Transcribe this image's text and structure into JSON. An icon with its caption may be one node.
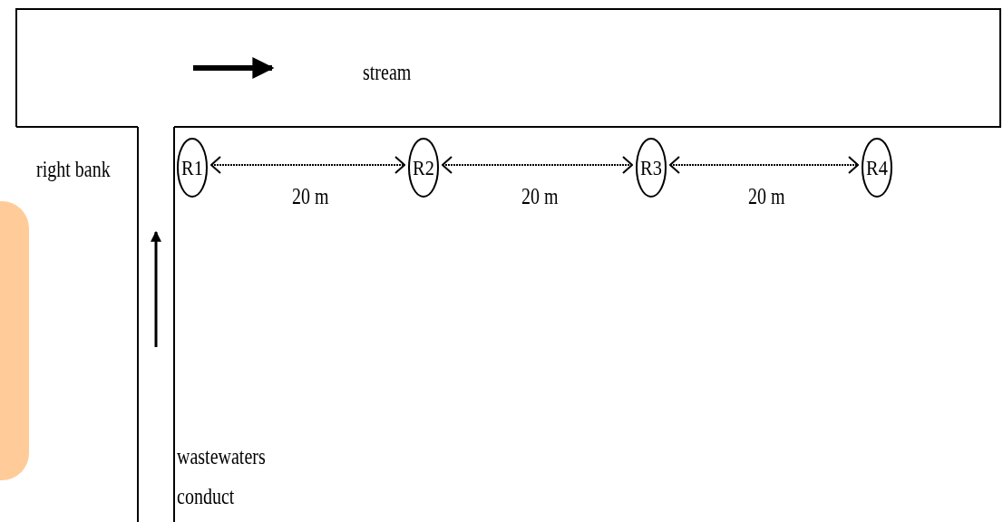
{
  "diagram": {
    "nodes": [
      {
        "text": [
          "stream"
        ]
      },
      {
        "text": [
          "R1"
        ]
      },
      {
        "text": [
          "R2"
        ]
      },
      {
        "text": [
          "R3"
        ]
      },
      {
        "text": [
          "R4"
        ]
      }
    ],
    "edges": [
      {
        "from": 1,
        "to": 2,
        "arrow": "both",
        "label": "20 m",
        "style": "dashed"
      },
      {
        "from": 2,
        "to": 3,
        "arrow": "both",
        "label": "20 m",
        "style": "dashed"
      },
      {
        "from": 3,
        "to": 4,
        "arrow": "both",
        "label": "20 m",
        "style": "dashed"
      }
    ],
    "labels": [
      "right bank",
      "wastewaters conduct"
    ]
  }
}
